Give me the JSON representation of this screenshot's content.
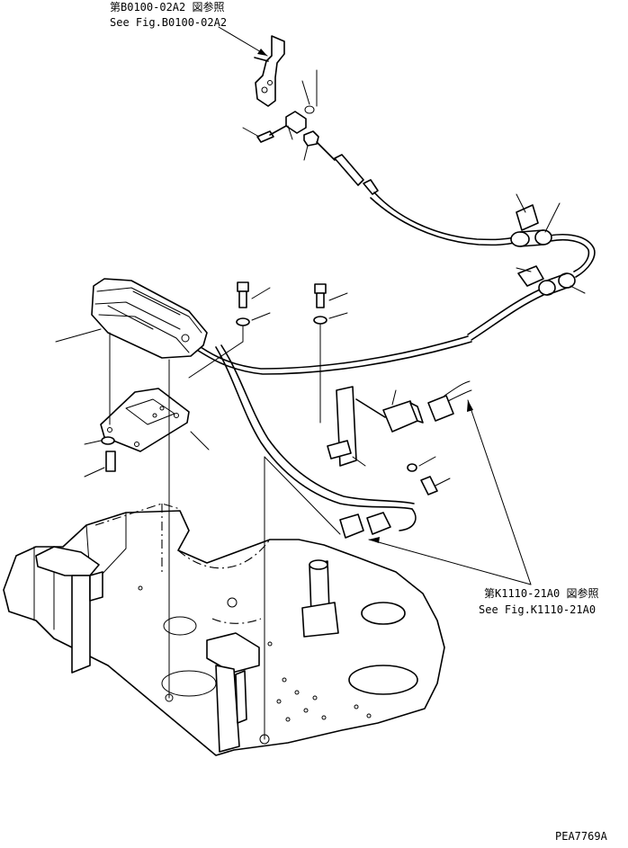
{
  "refs": {
    "top": {
      "jp": "第B0100-02A2 図参照",
      "en": "See Fig.B0100-02A2"
    },
    "right": {
      "jp": "第K1110-21A0 図参照",
      "en": "See Fig.K1110-21A0"
    }
  },
  "drawing_code": "PEA7769A"
}
